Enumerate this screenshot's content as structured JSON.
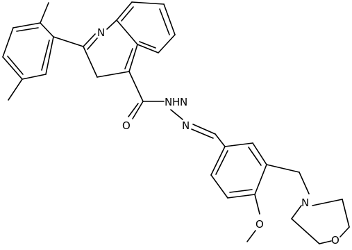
{
  "atoms": {
    "n_quinoline": "N",
    "o_carbonyl": "O",
    "n_hydrazide_1": "N",
    "h_hydrazide": "H",
    "n_hydrazide_2": "N",
    "n_hydrazone": "N",
    "o_methoxy": "O",
    "n_morpholine": "N",
    "o_morpholine": "O"
  },
  "colors": {
    "bond": "#000000",
    "atom_label": "#000000",
    "background": "#ffffff"
  }
}
